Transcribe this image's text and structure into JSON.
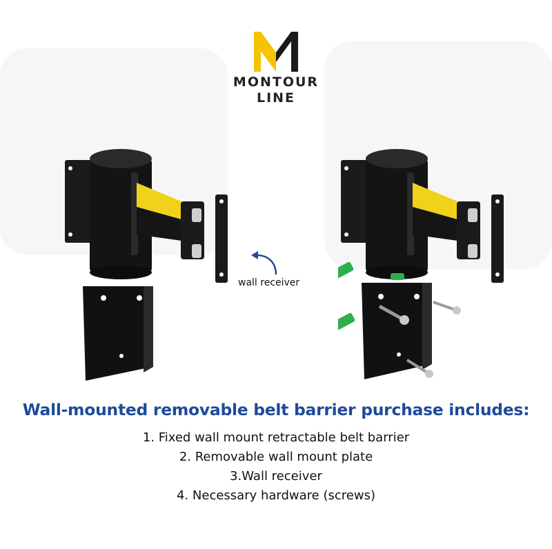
{
  "brand": {
    "line1": "MONTOUR",
    "line2": "LINE",
    "accent_color": "#f5c300"
  },
  "callout": {
    "label": "wall receiver"
  },
  "heading": "Wall-mounted removable belt barrier purchase includes:",
  "items": [
    "1. Fixed wall mount retractable belt barrier",
    "2. Removable wall mount plate",
    "3.Wall receiver",
    "4. Necessary hardware (screws)"
  ],
  "colors": {
    "heading": "#1f4a9a",
    "belt_yellow": "#f2d11b",
    "anchor_green": "#2fae4a",
    "body_black": "#111111"
  }
}
